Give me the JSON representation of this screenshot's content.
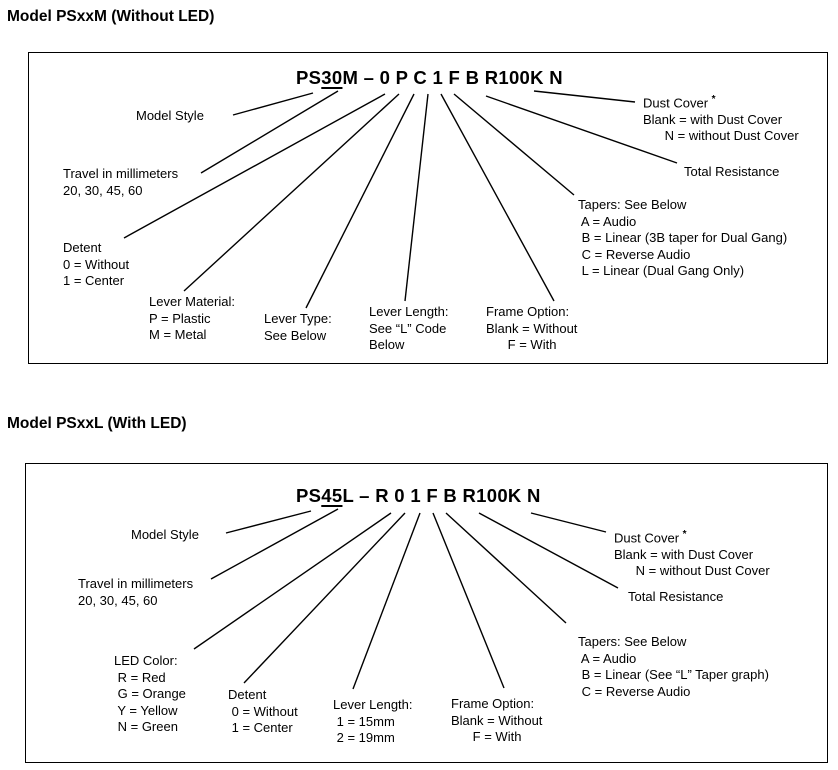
{
  "panel1": {
    "title": "Model PSxxM (Without LED)",
    "part_number": {
      "seg1": "PS",
      "seg2": "30",
      "seg3": "M – 0 P C 1 F B R100K N"
    },
    "labels": {
      "model_style": "Model Style",
      "travel": "Travel in millimeters\n20, 30, 45, 60",
      "detent": "Detent\n0 = Without\n1 = Center",
      "lever_material": "Lever Material:\nP = Plastic\nM = Metal",
      "lever_type": "Lever Type:\nSee Below",
      "lever_length": "Lever Length:\nSee “L” Code\nBelow",
      "frame_option": "Frame Option:\nBlank = Without\n      F = With",
      "tapers": "Tapers: See Below\n A = Audio\n B = Linear (3B taper for Dual Gang)\n C = Reverse Audio\n L = Linear (Dual Gang Only)",
      "total_resistance": "Total Resistance",
      "dust_cover_title": "Dust Cover ",
      "dust_cover_star": "*",
      "dust_cover_lines": "Blank = with Dust Cover\n      N = without Dust Cover"
    }
  },
  "panel2": {
    "title": "Model PSxxL (With LED)",
    "part_number": {
      "seg1": "PS",
      "seg2": "45",
      "seg3": "L – R 0 1 F B R100K N"
    },
    "labels": {
      "model_style": "Model Style",
      "travel": "Travel in millimeters\n20, 30, 45, 60",
      "led_color": "LED Color:\n R = Red\n G = Orange\n Y = Yellow\n N = Green",
      "detent": "Detent\n 0 = Without\n 1 = Center",
      "lever_length": "Lever Length:\n 1 = 15mm\n 2 = 19mm",
      "frame_option": "Frame Option:\nBlank = Without\n      F = With",
      "tapers": "Tapers: See Below\n A = Audio\n B = Linear (See “L” Taper graph)\n C = Reverse Audio",
      "total_resistance": "Total Resistance",
      "dust_cover_title": "Dust Cover ",
      "dust_cover_star": "*",
      "dust_cover_lines": "Blank = with Dust Cover\n      N = without Dust Cover"
    }
  }
}
